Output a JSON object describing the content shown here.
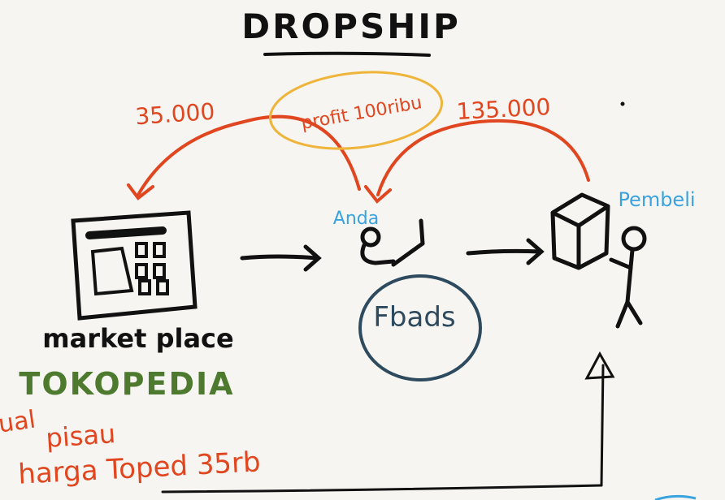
{
  "title": "DROPSHIP",
  "labels": {
    "price_marketplace": "35.000",
    "price_buyer": "135.000",
    "profit": "profit 100ribu",
    "you": "Anda",
    "buyer": "Pembeli",
    "ads": "Fbads",
    "marketplace": "market place",
    "platform": "TOKOPEDIA"
  },
  "notes": [
    "jual",
    "pisau",
    "harga Toped 35rb"
  ],
  "colors": {
    "ink": "#111111",
    "arrow_red": "#e0461f",
    "profit_ring": "#efb43a",
    "blue_text": "#3aa3df",
    "ads_ring": "#2e4a5e",
    "green_text": "#4d7a2e",
    "note_red": "#e0461f",
    "background": "#f6f5f1"
  },
  "icons": [
    "marketplace-screen-icon",
    "person-laptop-icon",
    "box-icon",
    "stick-figure-icon"
  ]
}
